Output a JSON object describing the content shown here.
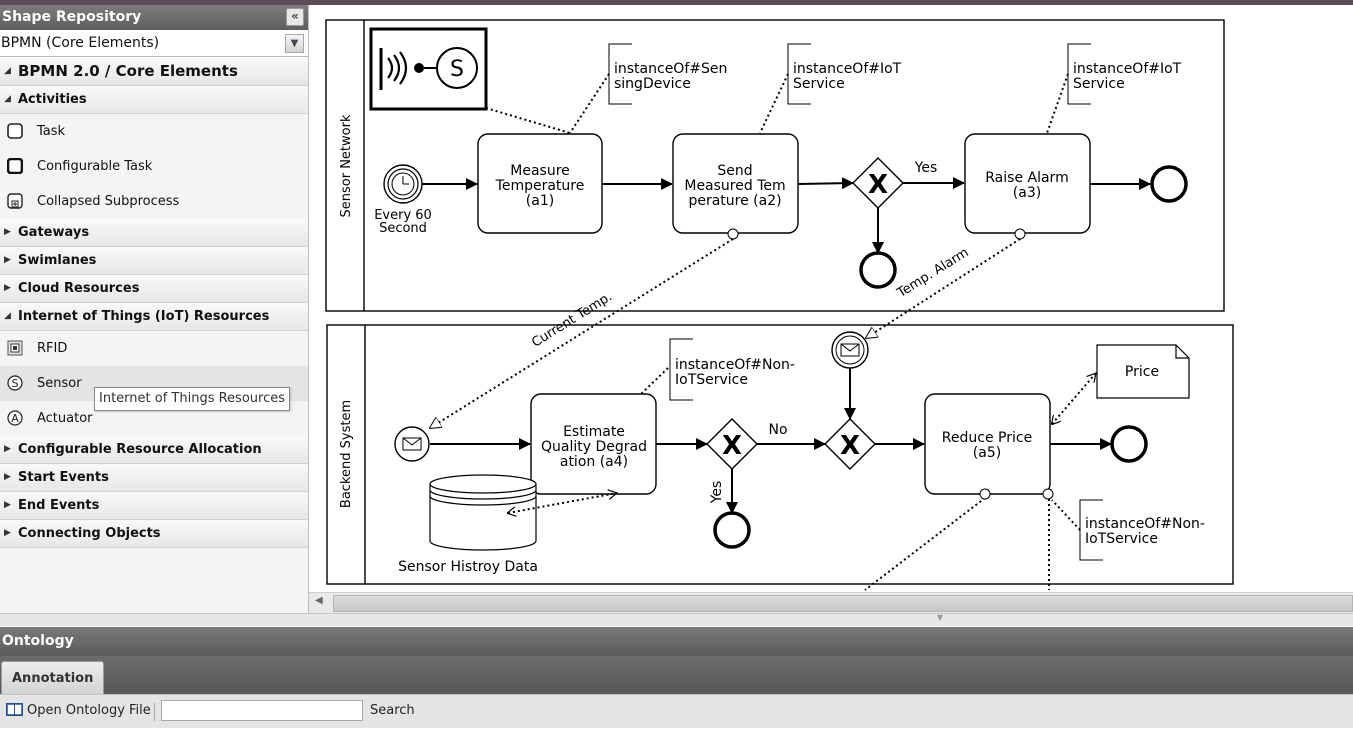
{
  "repository": {
    "title": "Shape Repository",
    "collapse_icon": "«",
    "stencil_select": "BPMN (Core Elements)",
    "section_title": "BPMN 2.0 / Core Elements",
    "groups": [
      {
        "label": "Activities",
        "expanded": true,
        "items": [
          "Task",
          "Configurable Task",
          "Collapsed Subprocess"
        ]
      },
      {
        "label": "Gateways"
      },
      {
        "label": "Swimlanes"
      },
      {
        "label": "Cloud Resources"
      },
      {
        "label": "Internet of Things (IoT) Resources",
        "expanded": true,
        "items": [
          "RFID",
          "Sensor",
          "Actuator"
        ]
      },
      {
        "label": "Configurable Resource Allocation"
      },
      {
        "label": "Start Events"
      },
      {
        "label": "End Events"
      },
      {
        "label": "Connecting Objects"
      }
    ],
    "tooltip": "Internet of Things Resources"
  },
  "diagram": {
    "pool1_name": "Sensor Network",
    "pool2_name": "Backend System",
    "timer_label_1": "Every 60",
    "timer_label_2": "Second",
    "sensor_symbol": "S",
    "tasks": {
      "a1": [
        "Measure",
        "Temperature",
        "(a1)"
      ],
      "a2": [
        "Send",
        "Measured Tem",
        "perature (a2)"
      ],
      "a3": [
        "Raise Alarm",
        "(a3)"
      ],
      "a4": [
        "Estimate",
        "Quality Degrad",
        "ation (a4)"
      ],
      "a5": [
        "Reduce Price",
        "(a5)"
      ]
    },
    "annotations": {
      "ann1": [
        "instanceOf#Sen",
        "singDevice"
      ],
      "ann2": [
        "instanceOf#IoT",
        "Service"
      ],
      "ann3": [
        "instanceOf#IoT",
        "Service"
      ],
      "ann4": [
        "instanceOf#Non-",
        "IoTService"
      ],
      "ann5": [
        "instanceOf#Non-",
        "IoTService"
      ]
    },
    "gateway_labels": {
      "yes1": "Yes",
      "no": "No",
      "yes2": "Yes"
    },
    "gateway_marker": "X",
    "message_flows": {
      "current_temp": "Current Temp.",
      "temp_alarm": "Temp. Alarm"
    },
    "data_object": "Price",
    "data_store": "Sensor Histroy Data"
  },
  "ontology": {
    "title": "Ontology",
    "tab_label": "Annotation",
    "open_button": "Open Ontology File",
    "search_value": "",
    "search_button": "Search"
  },
  "colors": {
    "header_dark": "#5e5e5e",
    "canvas_bg": "#ffffff",
    "stroke": "#000000"
  }
}
